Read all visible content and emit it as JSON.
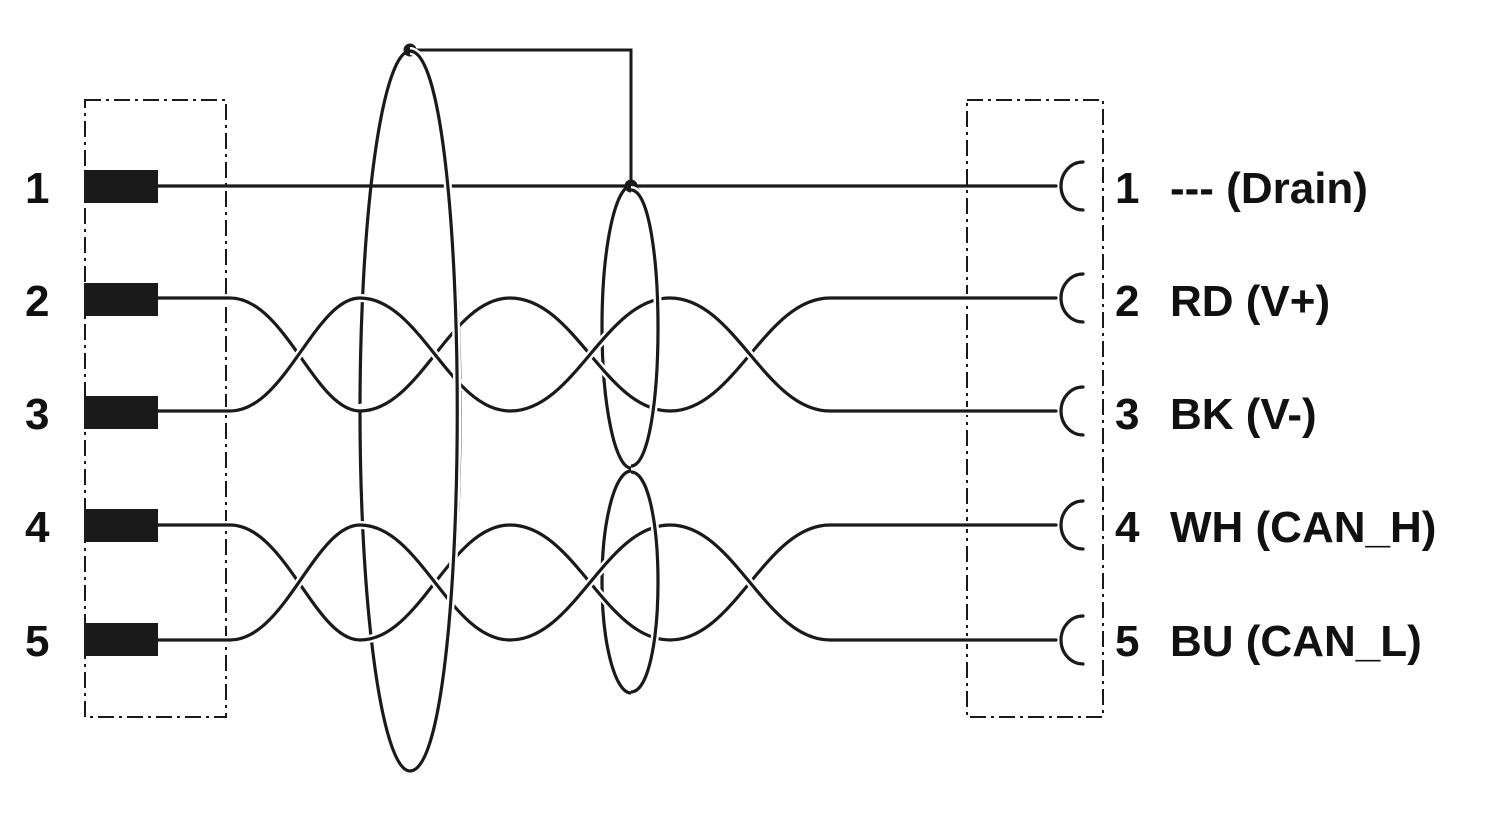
{
  "left_connector": {
    "pins": [
      "1",
      "2",
      "3",
      "4",
      "5"
    ]
  },
  "right_connector": {
    "pins": [
      {
        "num": "1",
        "label": "--- (Drain)"
      },
      {
        "num": "2",
        "label": "RD (V+)"
      },
      {
        "num": "3",
        "label": "BK (V-)"
      },
      {
        "num": "4",
        "label": "WH (CAN_H)"
      },
      {
        "num": "5",
        "label": "BU (CAN_L)"
      }
    ]
  },
  "colors": {
    "line": "#1a1a1a",
    "background": "#ffffff"
  }
}
